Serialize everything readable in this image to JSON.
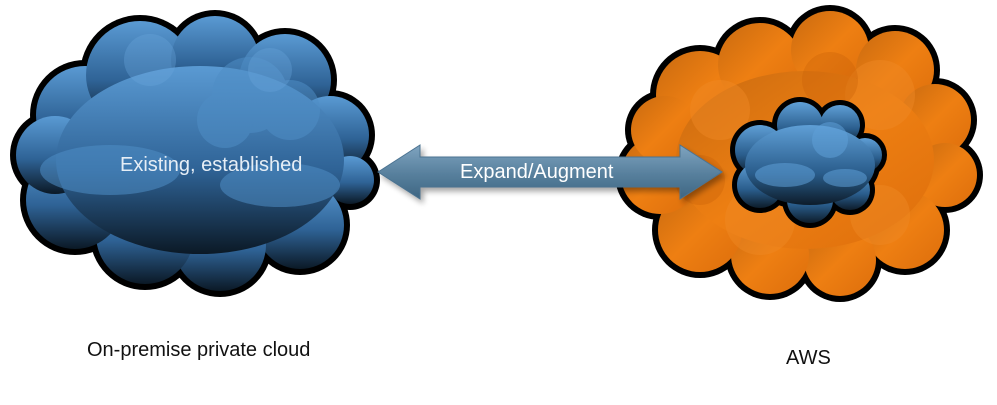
{
  "diagram": {
    "left_cloud": {
      "inner_label": "Existing, established",
      "caption": "On-premise private cloud",
      "color": "#3f7fb9"
    },
    "arrow": {
      "label": "Expand/Augment",
      "color": "#5e86a4",
      "direction": "bidirectional"
    },
    "right_cloud": {
      "caption": "AWS",
      "color": "#e8790f",
      "contains_icon": "blue-cloud-icon"
    }
  }
}
